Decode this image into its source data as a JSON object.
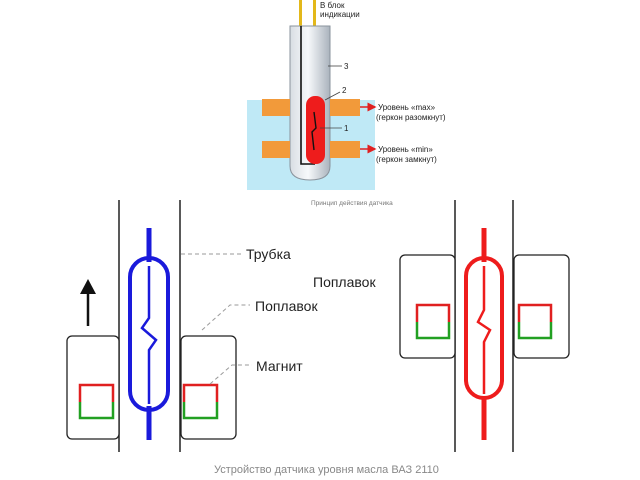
{
  "top_diagram": {
    "label_to_unit_line1": "В блок",
    "label_to_unit_line2": "индикации",
    "part_3": "3",
    "part_2": "2",
    "part_1": "1",
    "level_max_line1": "Уровень «max»",
    "level_max_line2": "(геркон разомкнут)",
    "level_min_line1": "Уровень «min»",
    "level_min_line2": "(геркон замкнут)",
    "caption": "Принцип действия датчика"
  },
  "bottom_diagram": {
    "label_tube": "Трубка",
    "label_float_right": "Поплавок",
    "label_float_left": "Поплавок",
    "label_magnet": "Магнит",
    "caption": "Устройство датчика уровня масла ВАЗ 2110"
  },
  "colors": {
    "reed_open": "#1a1adb",
    "reed_closed": "#ee1c1c",
    "magnet_red": "#e02020",
    "magnet_green": "#22a022",
    "orange_float": "#f29a3a",
    "oil_blue": "#bfe9f6",
    "callout_gray": "#9a9a9a"
  }
}
